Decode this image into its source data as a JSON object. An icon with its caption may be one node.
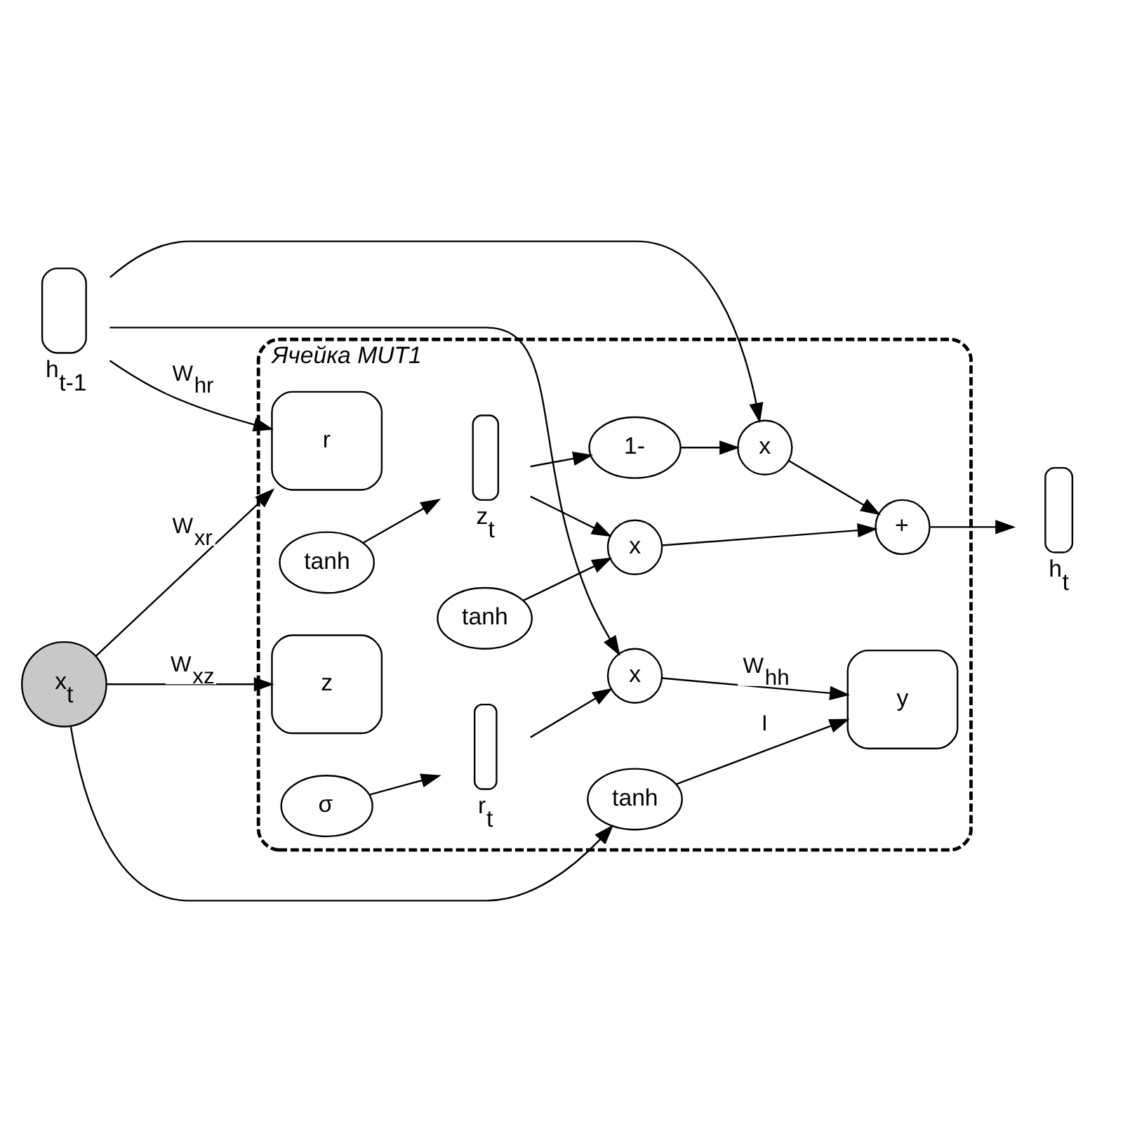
{
  "diagram": {
    "nodes": [
      {
        "text": [
          "Ячейка MUT1"
        ]
      },
      {
        "text": [
          "h$_{t-1}$"
        ]
      },
      {
        "text": [
          "r"
        ],
        "in": 0
      },
      {
        "text": [
          "σ"
        ],
        "in": 0
      },
      {
        "text": [
          "r$_{t}$"
        ],
        "in": 0
      },
      {
        "text": [
          "x"
        ],
        "in": 0
      },
      {
        "text": [
          "tanh"
        ],
        "in": 0
      },
      {
        "text": [
          "y"
        ],
        "in": 0
      },
      {
        "text": [
          "tanh"
        ],
        "in": 0
      },
      {
        "text": [
          "z"
        ],
        "in": 0
      },
      {
        "text": [
          "tanh"
        ],
        "in": 0
      },
      {
        "text": [
          "z$_{t}$"
        ],
        "in": 0
      },
      {
        "text": [
          "1-"
        ],
        "in": 0
      },
      {
        "text": [
          "x"
        ],
        "in": 0
      },
      {
        "text": [
          "+"
        ],
        "in": 0
      },
      {
        "text": [
          "x"
        ],
        "in": 0
      },
      {
        "text": [
          "h$_{t}$"
        ]
      },
      {
        "text": [
          "x$_{t}$"
        ]
      }
    ],
    "edges": [
      {
        "from": 1,
        "to": 13,
        "arrow": "to"
      },
      {
        "from": 1,
        "to": 2,
        "label": "W$_{hr}$",
        "arrow": "to"
      },
      {
        "from": 1,
        "to": 5,
        "arrow": "to"
      },
      {
        "from": 3,
        "to": 4,
        "arrow": "to"
      },
      {
        "from": 4,
        "to": 5,
        "arrow": "to"
      },
      {
        "from": 5,
        "to": 7,
        "label": "W$_{hh}$",
        "arrow": "to"
      },
      {
        "from": 17,
        "to": 2,
        "label": "W$_{xr}$",
        "arrow": "to"
      },
      {
        "from": 17,
        "to": 6,
        "arrow": "to"
      },
      {
        "from": 6,
        "to": 7,
        "label": "I",
        "arrow": "to"
      },
      {
        "from": 17,
        "to": 9,
        "label": "W$_{xz}$",
        "arrow": "to"
      },
      {
        "from": 10,
        "to": 11,
        "arrow": "to"
      },
      {
        "from": 11,
        "to": 12,
        "arrow": "to"
      },
      {
        "from": 11,
        "to": 15,
        "arrow": "to"
      },
      {
        "from": 12,
        "to": 13,
        "arrow": "to"
      },
      {
        "from": 8,
        "to": 15,
        "arrow": "to"
      },
      {
        "from": 13,
        "to": 14,
        "arrow": "to"
      },
      {
        "from": 15,
        "to": 14,
        "arrow": "to"
      },
      {
        "from": 14,
        "to": 16,
        "arrow": "to"
      }
    ]
  }
}
